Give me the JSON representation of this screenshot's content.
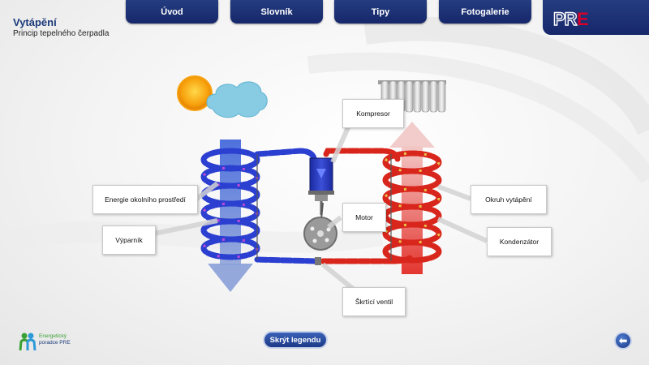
{
  "header": {
    "title": "Vytápění",
    "subtitle": "Princip tepelného čerpadla"
  },
  "nav": {
    "tabs": [
      "Úvod",
      "Slovník",
      "Tipy",
      "Fotogalerie"
    ]
  },
  "logo": {
    "text": "PRE"
  },
  "diagram": {
    "labels": {
      "kompresor": "Kompresor",
      "motor": "Motor",
      "skrtici_ventil": "Škrtící ventil",
      "energie": "Energie okolního prostředí",
      "vyparnik": "Výparník",
      "okruh": "Okruh vytápění",
      "kondenzator": "Kondenzátor"
    }
  },
  "footer": {
    "legend_button": "Skrýt legendu",
    "back_icon": "arrow-left-icon",
    "brand_line1": "Energetický",
    "brand_line2": "poradce PRE"
  },
  "colors": {
    "nav_bg": "#1c3278",
    "accent_red": "#d5002a",
    "cold_blue": "#2b46c4",
    "hot_red": "#d9261c"
  }
}
